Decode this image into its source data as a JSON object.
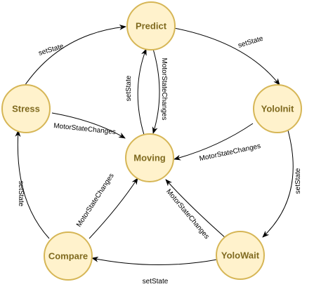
{
  "diagram": {
    "nodes": {
      "predict": "Predict",
      "yoloinit": "YoloInit",
      "yolowait": "YoloWait",
      "compare": "Compare",
      "stress": "Stress",
      "moving": "Moving"
    },
    "edges": {
      "predict_to_yoloinit": "setState",
      "yoloinit_to_yolowait": "setState",
      "yolowait_to_compare": "setState",
      "compare_to_stress": "setState",
      "stress_to_predict": "setState",
      "moving_to_predict": "setState",
      "predict_to_moving": "MotorStateChanges",
      "stress_to_moving": "MotorStateChanges",
      "yoloinit_to_moving": "MotorStateChanges",
      "yolowait_to_moving": "MotorStateChanges",
      "compare_to_moving": "MotorStateChanges"
    }
  }
}
